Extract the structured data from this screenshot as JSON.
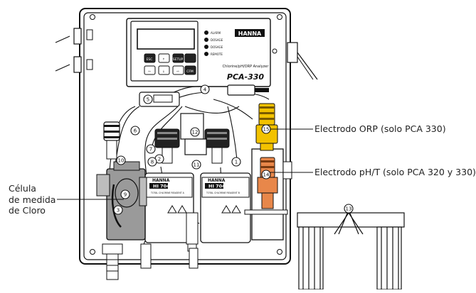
{
  "panel": {
    "brand_top": "HANNA",
    "model": "PCA-330",
    "subtitle": "Chlorine/pH/ORP Analyzer",
    "led_labels": [
      "ALARM",
      "DOSAGE",
      "DOSAGE",
      "REMOTE"
    ],
    "key_labels": [
      "ESC",
      "↑",
      "SETUP",
      "⇦",
      "↓",
      "⇨",
      "CFM"
    ]
  },
  "reagents": [
    {
      "brand": "HANNA",
      "code": "HI 70461",
      "text": "TOTAL CHLORINE REAGENT A"
    },
    {
      "brand": "HANNA",
      "code": "HI 70460",
      "text": "TOTAL CHLORINE REAGENT B"
    }
  ],
  "numbers": [
    "1",
    "2",
    "3",
    "4",
    "5",
    "6",
    "7",
    "8",
    "9",
    "10",
    "11",
    "12",
    "13",
    "14",
    "15"
  ],
  "callouts": {
    "orp": "Electrodo ORP (solo PCA 330)",
    "ph": "Electrodo pH/T (solo PCA 320 y 330)",
    "cell_line1": "Célula",
    "cell_line2": "de medida",
    "cell_line3": "de Cloro"
  }
}
